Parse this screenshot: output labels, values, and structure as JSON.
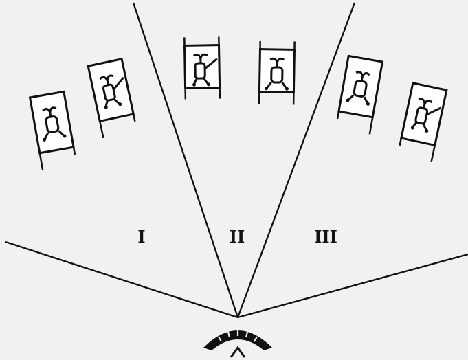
{
  "zones": [
    {
      "id": "left",
      "label": "I"
    },
    {
      "id": "center",
      "label": "II"
    },
    {
      "id": "right",
      "label": "III"
    }
  ],
  "cards": [
    {
      "id": "card-1",
      "figure": "robot-facing-front",
      "zone": "left"
    },
    {
      "id": "card-2",
      "figure": "robot-with-arm-raised",
      "zone": "left"
    },
    {
      "id": "card-3",
      "figure": "robot-with-arm-raised",
      "zone": "center"
    },
    {
      "id": "card-4",
      "figure": "robot-facing-front",
      "zone": "center"
    },
    {
      "id": "card-5",
      "figure": "robot-facing-front",
      "zone": "right"
    },
    {
      "id": "card-6",
      "figure": "robot-with-arm-raised",
      "zone": "right"
    }
  ],
  "colors": {
    "ink": "#111111",
    "paper": "#f1f1ef",
    "card": "#ffffff"
  }
}
